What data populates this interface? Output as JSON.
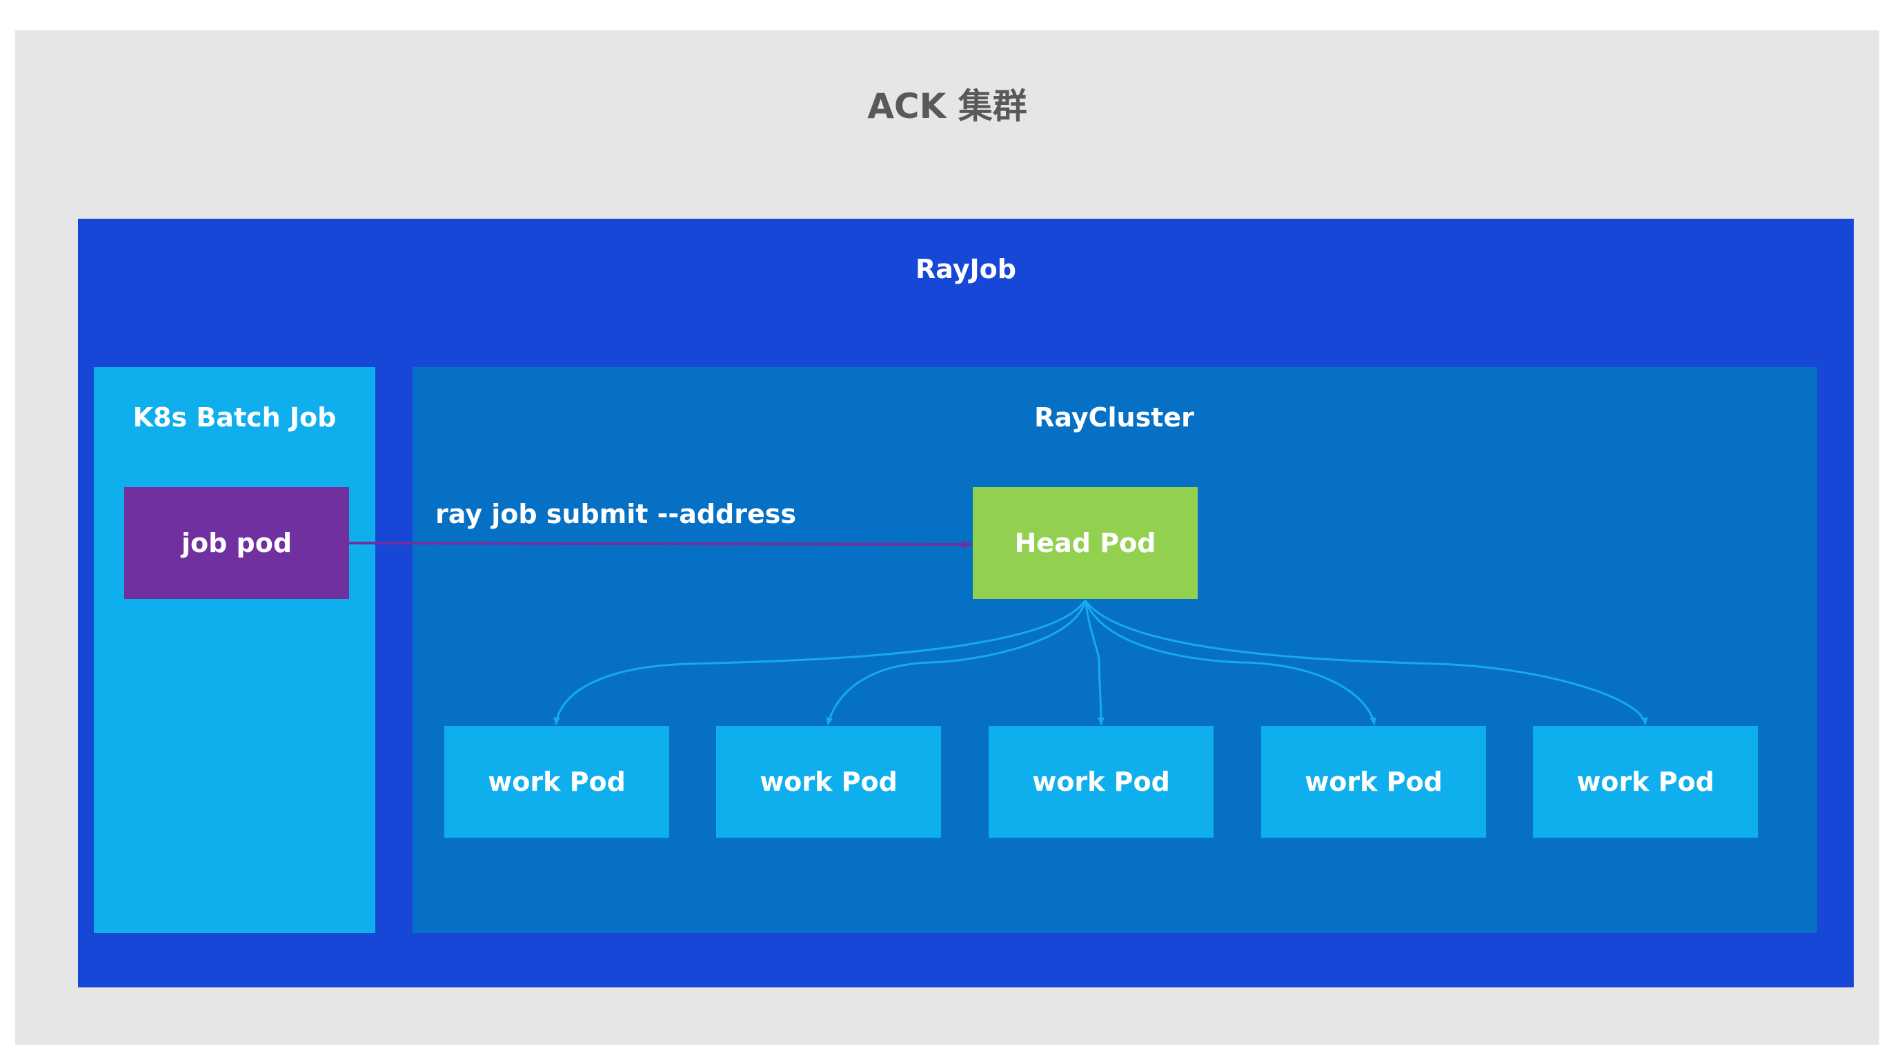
{
  "diagram": {
    "title": "ACK 集群",
    "rayjob_title": "RayJob",
    "k8s_title": "K8s Batch Job",
    "raycluster_title": "RayCluster",
    "job_pod_label": "job pod",
    "head_pod_label": "Head Pod",
    "submit_label": "ray job submit --address",
    "work_pods": [
      "work Pod",
      "work Pod",
      "work Pod",
      "work Pod",
      "work Pod"
    ],
    "colors": {
      "cluster_bg": "#e6e6e6",
      "rayjob_bg": "#1747d6",
      "k8s_bg": "#0fafee",
      "raycluster_bg": "#0570c4",
      "job_pod": "#7030a0",
      "head_pod": "#92d050",
      "work_pod": "#0fafee",
      "submit_arrow": "#7030a0",
      "tree_lines": "#16aaf0"
    }
  }
}
